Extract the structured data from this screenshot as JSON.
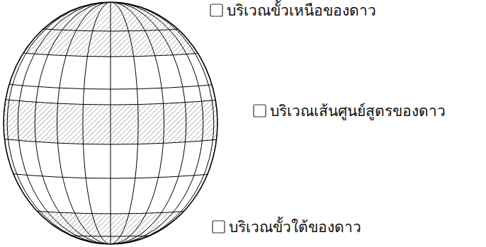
{
  "diagram": {
    "labels": [
      "บริเวณขั้วเหนือของดาว",
      "บริเวณเส้นศูนย์สูตรของดาว",
      "บริเวณขั้วใต้ของดาว"
    ]
  }
}
